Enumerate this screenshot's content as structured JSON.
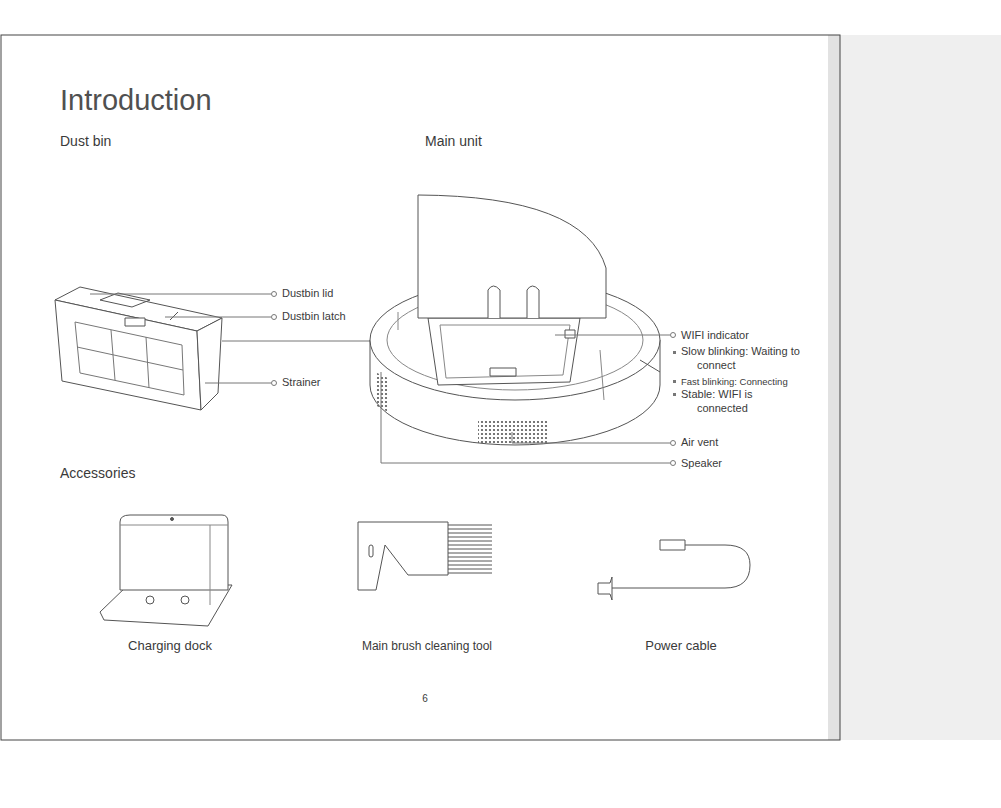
{
  "diagram": {
    "title": "Introduction",
    "labels": [
      "Dust bin",
      "Main unit",
      "Dustbin lid",
      "Dustbin latch",
      "Strainer",
      "WIFI indicator",
      "Slow blinking: Waiting to connect",
      "Fast blinking: Connecting",
      "Stable: WIFI is connected",
      "Air vent",
      "Speaker",
      "Accessories",
      "Charging dock",
      "Main brush cleaning tool",
      "Power cable",
      "6"
    ]
  }
}
